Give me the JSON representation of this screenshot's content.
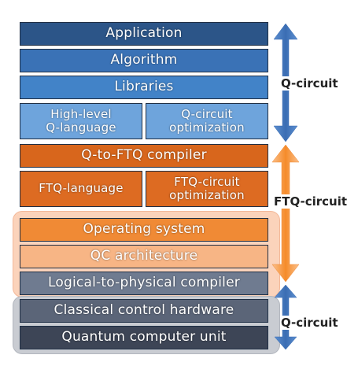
{
  "layers": {
    "application": "Application",
    "algorithm": "Algorithm",
    "libraries": "Libraries",
    "high_level_q_language": "High-level\nQ-language",
    "q_circuit_optimization": "Q-circuit\noptimization",
    "q_to_ftq_compiler": "Q-to-FTQ compiler",
    "ftq_language": "FTQ-language",
    "ftq_circuit_optimization": "FTQ-circuit\noptimization",
    "operating_system": "Operating system",
    "qc_architecture": "QC architecture",
    "logical_to_physical_compiler": "Logical-to-physical compiler",
    "classical_control_hardware": "Classical control hardware",
    "quantum_computer_unit": "Quantum computer unit"
  },
  "arrows": {
    "upper": "Q-circuit",
    "middle": "FTQ-circuit",
    "lower": "Q-circuit"
  },
  "colors": {
    "dark_blue": "#2c5588",
    "mid_blue": "#3d7ac0",
    "light_blue": "#6ea4dc",
    "dark_orange": "#d8661c",
    "orange": "#f08a35",
    "light_orange": "#f7b585",
    "slate_light": "#6f7b90",
    "slate_mid": "#5b6578",
    "slate_dark": "#3d4556",
    "blue_arrow": "#4a7cc0",
    "orange_arrow": "#f58b2a"
  }
}
